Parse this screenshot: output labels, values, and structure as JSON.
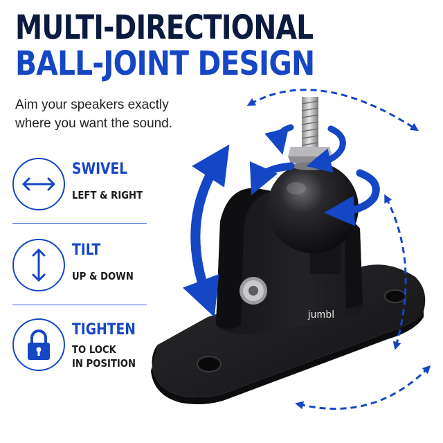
{
  "headline": {
    "line1": "MULTI-DIRECTIONAL",
    "line2": "BALL-JOINT DESIGN"
  },
  "subtitle": {
    "line1": "Aim your speakers exactly",
    "line2": "where you want the sound."
  },
  "features": [
    {
      "title": "SWIVEL",
      "desc_lines": [
        "LEFT & RIGHT"
      ],
      "icon": "left-right-arrow-icon"
    },
    {
      "title": "TILT",
      "desc_lines": [
        "UP & DOWN"
      ],
      "icon": "up-down-arrow-icon"
    },
    {
      "title": "TIGHTEN",
      "desc_lines": [
        "TO LOCK",
        "IN POSITION"
      ],
      "icon": "padlock-icon"
    }
  ],
  "product": {
    "brand": "jumbl"
  },
  "colors": {
    "navy": "#0b1a3f",
    "accent_blue": "#1546c4",
    "mount_black": "#1b1b1d",
    "background": "#ffffff"
  }
}
